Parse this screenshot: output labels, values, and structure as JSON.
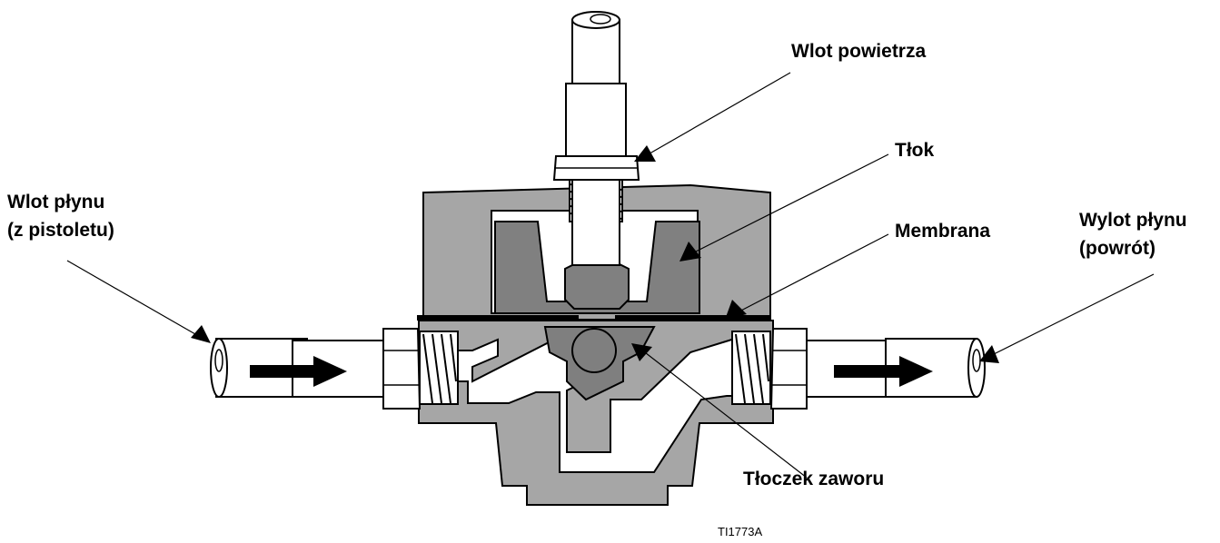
{
  "labels": {
    "air_inlet": "Wlot powietrza",
    "piston": "Tłok",
    "membrane": "Membrana",
    "fluid_inlet_line1": "Wlot płynu",
    "fluid_inlet_line2": "(z pistoletu)",
    "fluid_outlet_line1": "Wylot płynu",
    "fluid_outlet_line2": "(powrót)",
    "valve_plunger": "Tłoczek zaworu"
  },
  "figure_code": "TI1773A",
  "colors": {
    "body_light": "#a6a6a6",
    "body_dark": "#7f7f7f",
    "piston_dark": "#808080",
    "outline": "#000000",
    "background": "#ffffff"
  }
}
